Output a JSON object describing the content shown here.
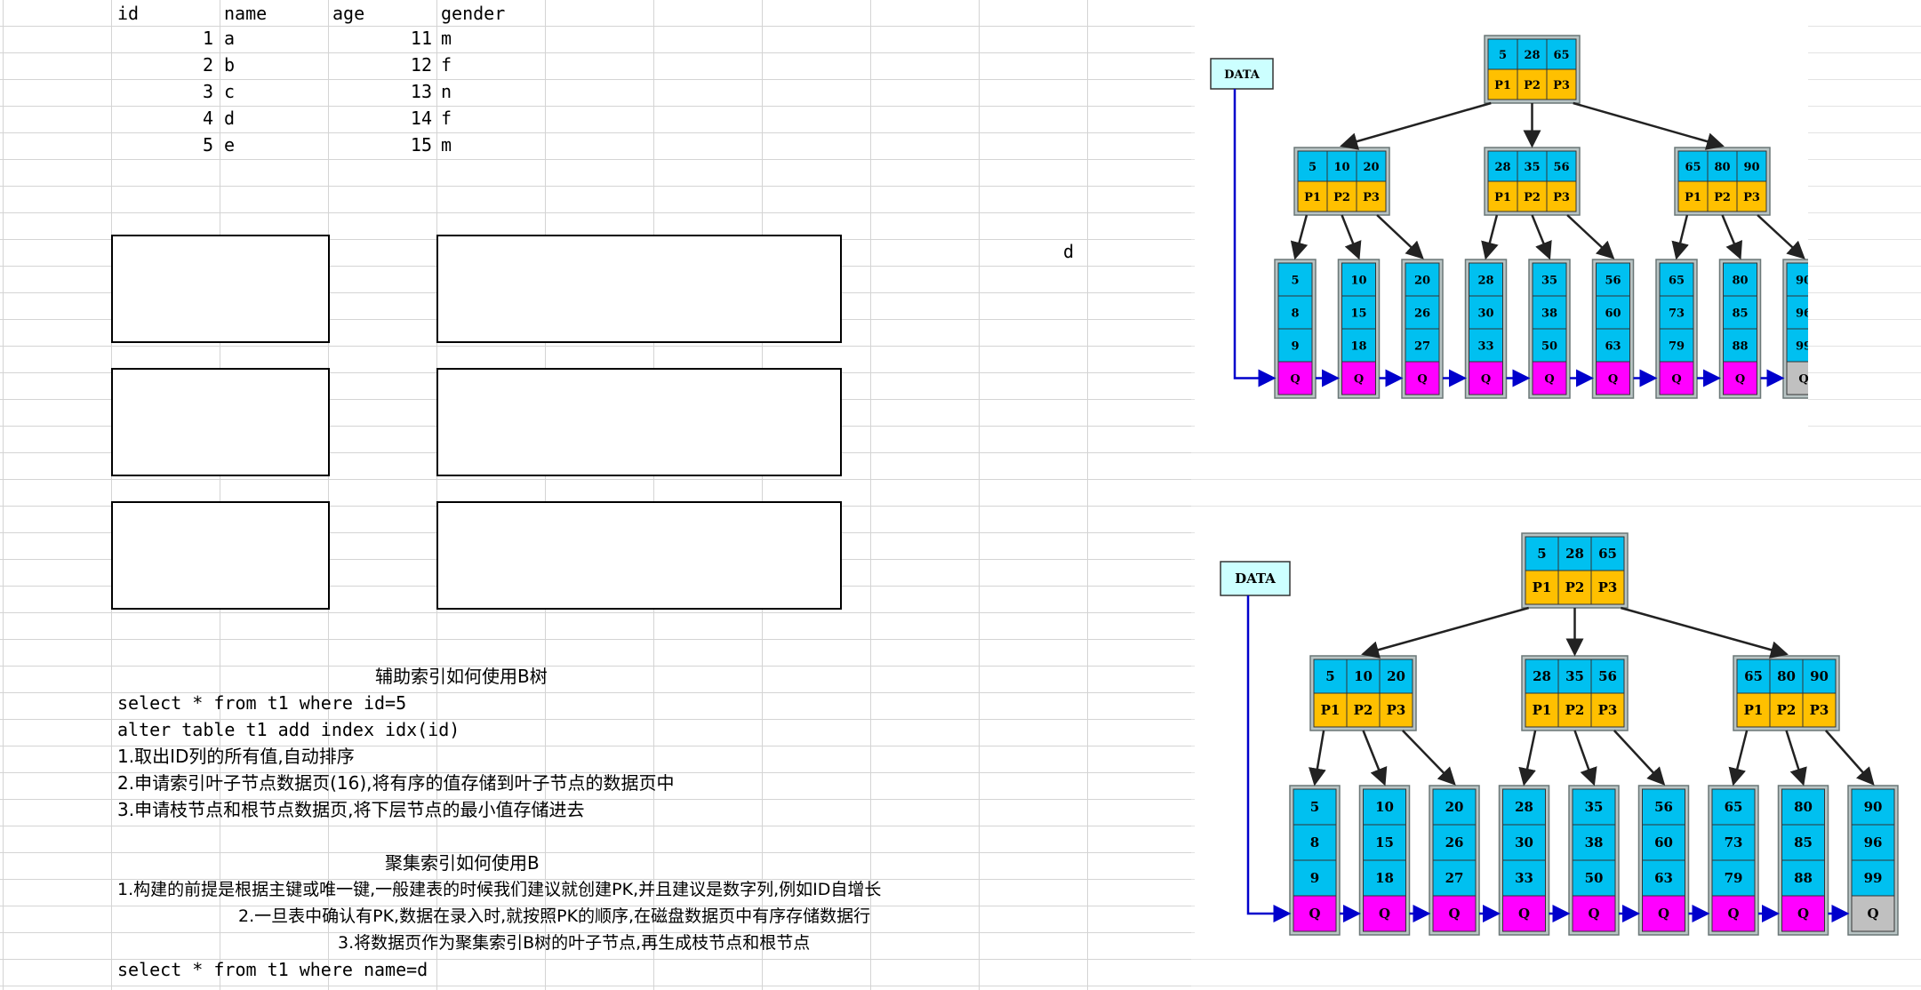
{
  "sheet": {
    "headers": [
      "id",
      "name",
      "age",
      "gender"
    ],
    "rows": [
      {
        "id": "1",
        "name": "a",
        "age": "11",
        "gender": "m"
      },
      {
        "id": "2",
        "name": "b",
        "age": "12",
        "gender": "f"
      },
      {
        "id": "3",
        "name": "c",
        "age": "13",
        "gender": "n"
      },
      {
        "id": "4",
        "name": "d",
        "age": "14",
        "gender": "f"
      },
      {
        "id": "5",
        "name": "e",
        "age": "15",
        "gender": "m"
      }
    ],
    "stray_cell": "d",
    "secondary": {
      "title": "辅助索引如何使用B树",
      "lines": [
        "select * from t1 where id=5",
        "alter table t1 add index idx(id)",
        "1.取出ID列的所有值,自动排序",
        "2.申请索引叶子节点数据页(16),将有序的值存储到叶子节点的数据页中",
        "3.申请枝节点和根节点数据页,将下层节点的最小值存储进去"
      ]
    },
    "clustered": {
      "title": "聚集索引如何使用B",
      "lines": [
        "1.构建的前提是根据主键或唯一键,一般建表的时候我们建议就创建PK,并且建议是数字列,例如ID自增长",
        "2.一旦表中确认有PK,数据在录入时,就按照PK的顺序,在磁盘数据页中有序存储数据行",
        "3.将数据页作为聚集索引B树的叶子节点,再生成枝节点和根节点"
      ],
      "footer": "select * from t1 where name=d"
    }
  },
  "diagram": {
    "data_label": "DATA",
    "root": {
      "keys": [
        "5",
        "28",
        "65"
      ],
      "pointers": [
        "P1",
        "P2",
        "P3"
      ]
    },
    "branches": [
      {
        "keys": [
          "5",
          "10",
          "20"
        ],
        "pointers": [
          "P1",
          "P2",
          "P3"
        ]
      },
      {
        "keys": [
          "28",
          "35",
          "56"
        ],
        "pointers": [
          "P1",
          "P2",
          "P3"
        ]
      },
      {
        "keys": [
          "65",
          "80",
          "90"
        ],
        "pointers": [
          "P1",
          "P2",
          "P3"
        ]
      }
    ],
    "leaves": [
      [
        "5",
        "8",
        "9"
      ],
      [
        "10",
        "15",
        "18"
      ],
      [
        "20",
        "26",
        "27"
      ],
      [
        "28",
        "30",
        "33"
      ],
      [
        "35",
        "38",
        "50"
      ],
      [
        "56",
        "60",
        "63"
      ],
      [
        "65",
        "73",
        "79"
      ],
      [
        "80",
        "85",
        "88"
      ],
      [
        "90",
        "96",
        "99"
      ]
    ],
    "leaf_pointer": "Q",
    "colors": {
      "key_cell": "#00c0f0",
      "pointer_cell": "#ffc000",
      "leaf_pointer_cell": "#ff00ff",
      "last_leaf_pointer_cell": "#c0c0c0",
      "node_frame": "#b8c4c4",
      "data_box": "#ccffff",
      "link_line": "#0000cc"
    }
  }
}
